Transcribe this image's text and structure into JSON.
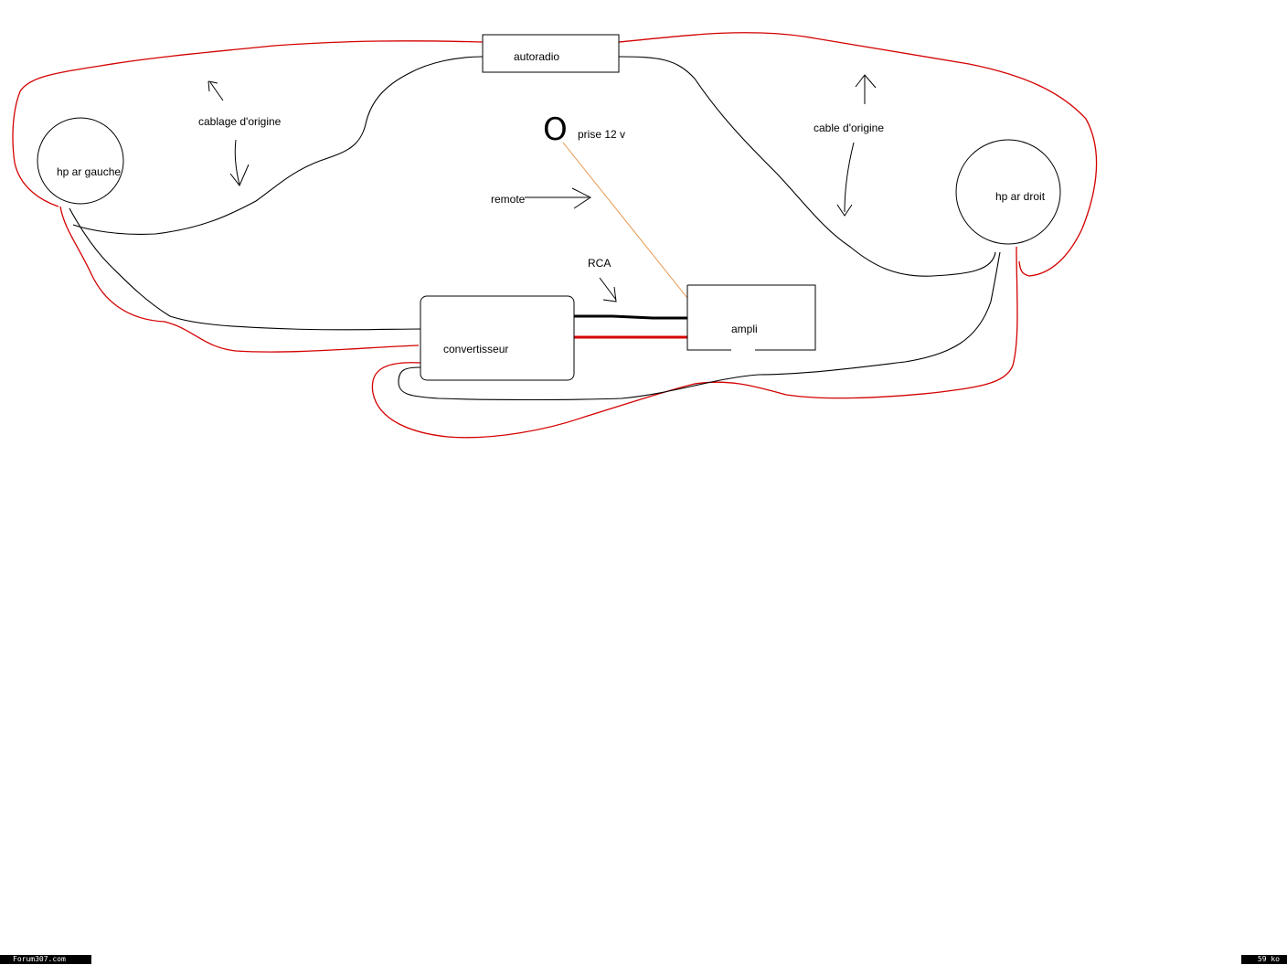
{
  "colors": {
    "line": "#000000",
    "wire_red": "#d40000",
    "wire_orange": "#e8944a",
    "background": "#ffffff"
  },
  "components": {
    "autoradio": "autoradio",
    "hp_left": "hp ar gauche",
    "hp_right": "hp ar droit",
    "prise": "prise 12 v",
    "prise_symbol": "O",
    "convertisseur": "convertisseur",
    "ampli": "ampli"
  },
  "annotations": {
    "cablage_left": "cablage d'origine",
    "cable_right": "cable d'origine",
    "remote": "remote",
    "rca": "RCA"
  },
  "footer": {
    "left": "Forum307.com",
    "right": "59 ko"
  }
}
